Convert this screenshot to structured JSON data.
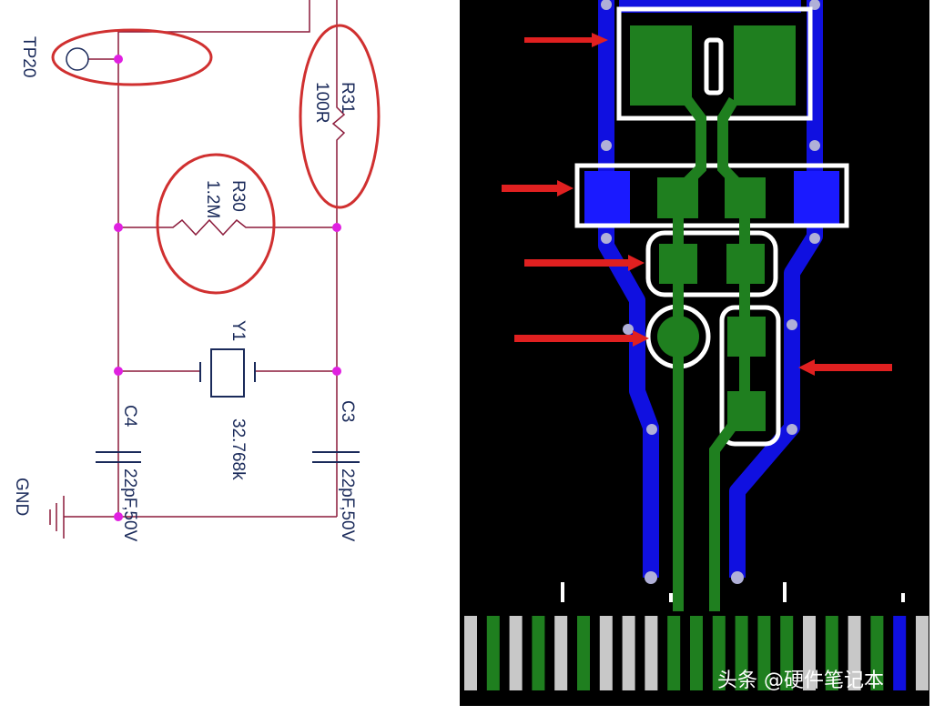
{
  "schematic": {
    "labels": {
      "tp20": "TP20",
      "r31": "R31",
      "r31_value": "100R",
      "r30": "R30",
      "r30_value": "1.2M",
      "y1": "Y1",
      "y1_value": "32.768k",
      "c4": "C4",
      "c4_value": "22pF,50V",
      "c3": "C3",
      "c3_value": "22pF,50V",
      "gnd": "GND"
    },
    "colors": {
      "wire": "#8b1a3a",
      "junction": "#e020e0",
      "highlight": "#d03030",
      "text": "#1a2a5a"
    }
  },
  "pcb": {
    "colors": {
      "background": "#000000",
      "ground": "#1010e0",
      "signal": "#1f7f1f",
      "silkscreen": "#ffffff",
      "arrow": "#e02020"
    }
  },
  "watermark": {
    "text": "头条 @硬件笔记本"
  }
}
